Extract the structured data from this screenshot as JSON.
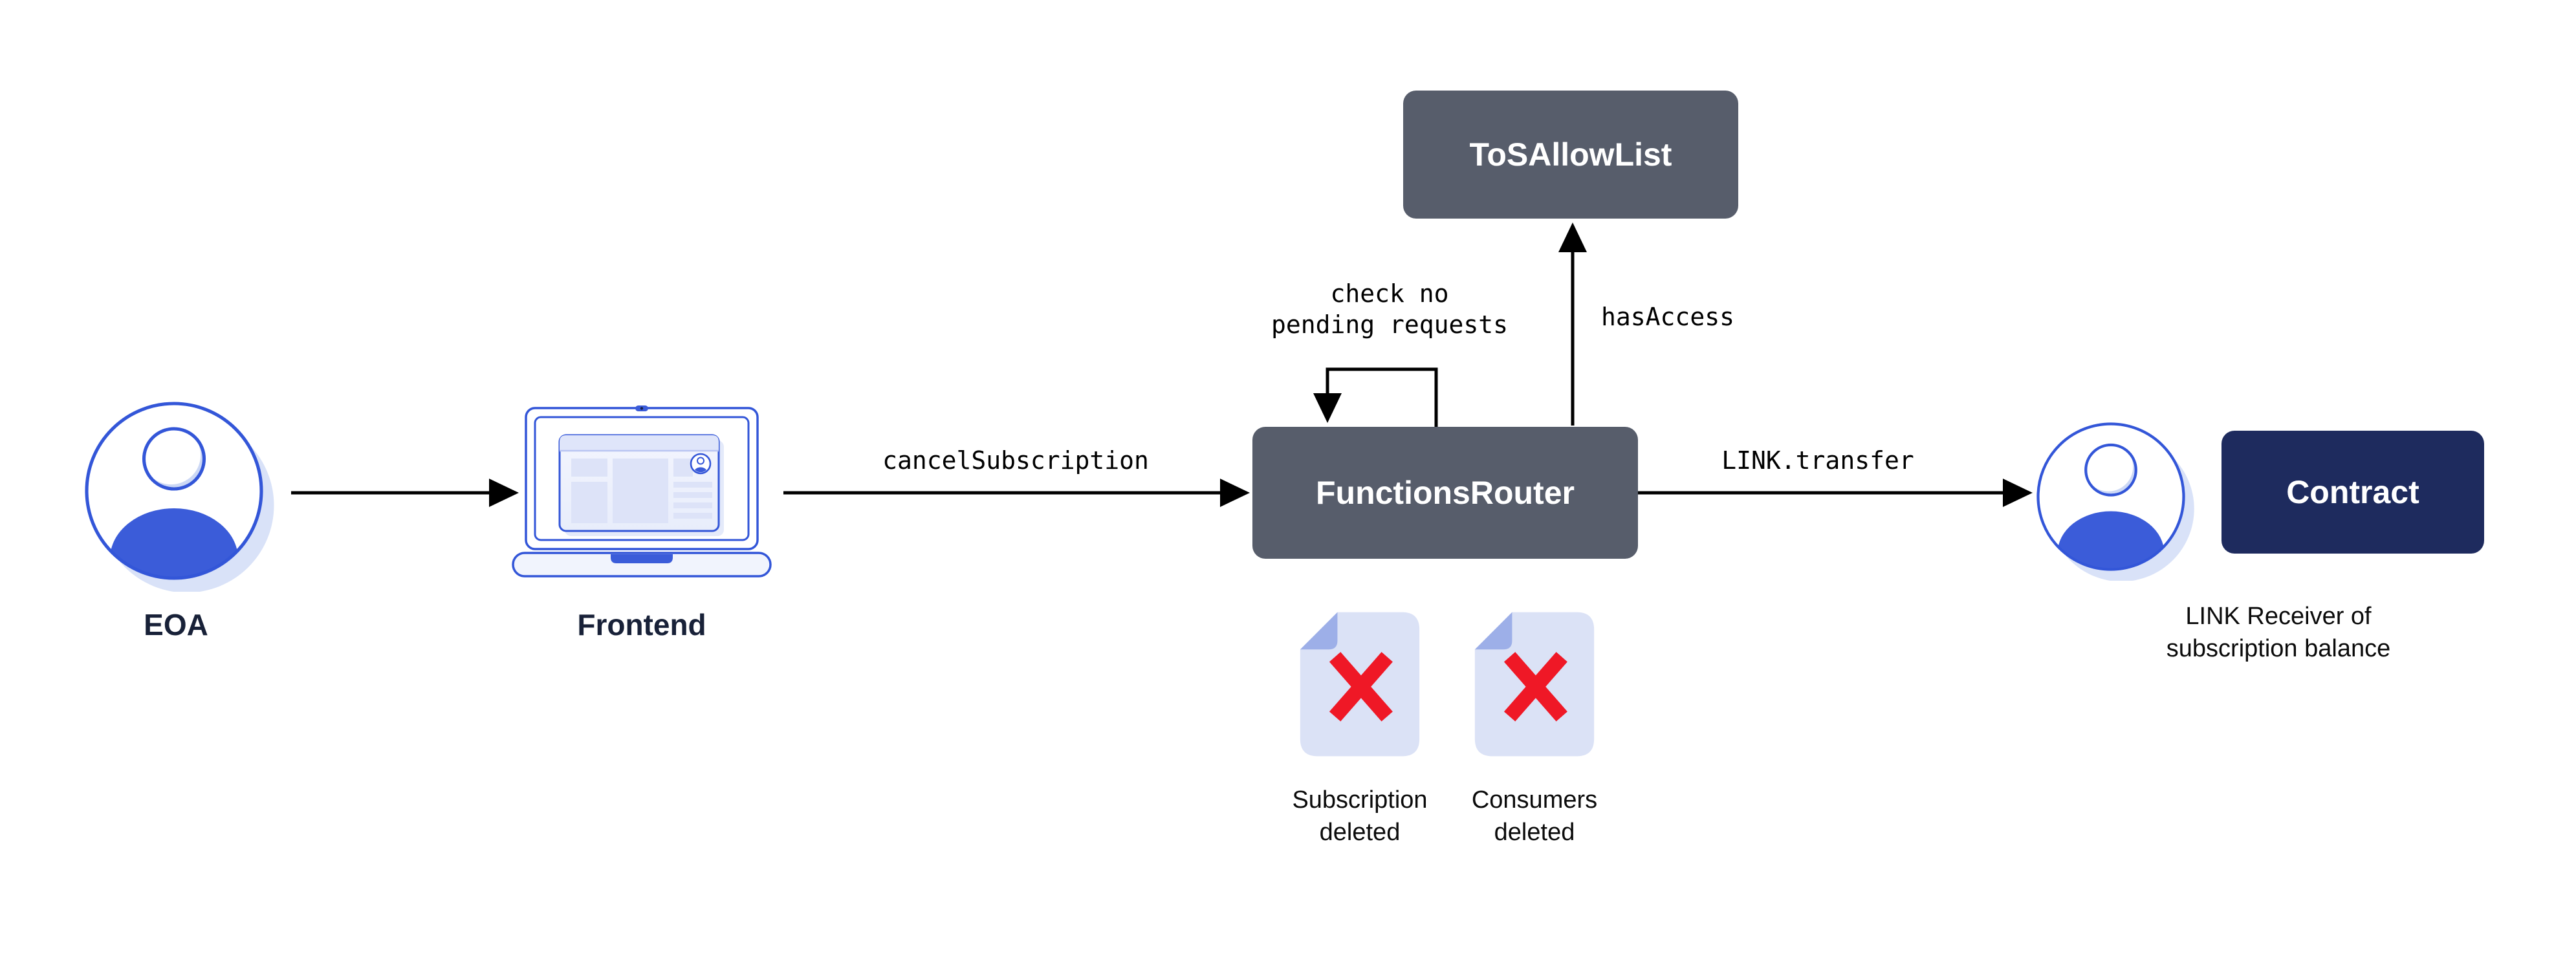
{
  "nodes": {
    "eoa": {
      "label": "EOA",
      "icon": "person-avatar-icon"
    },
    "frontend": {
      "label": "Frontend",
      "icon": "laptop-icon"
    },
    "functions_router": {
      "label": "FunctionsRouter"
    },
    "tos_allow_list": {
      "label": "ToSAllowList"
    },
    "contract": {
      "label": "Contract"
    },
    "link_receiver": {
      "caption": "LINK Receiver of\nsubscription balance",
      "icon": "person-avatar-icon"
    }
  },
  "edges": {
    "frontend_to_router": {
      "label": "cancelSubscription"
    },
    "router_self_check": {
      "label": "check no\npending requests"
    },
    "router_to_tos": {
      "label": "hasAccess"
    },
    "router_to_receiver": {
      "label": "LINK.transfer"
    }
  },
  "results": {
    "subscription_deleted": {
      "label": "Subscription\ndeleted",
      "icon": "deleted-document-icon"
    },
    "consumers_deleted": {
      "label": "Consumers\ndeleted",
      "icon": "deleted-document-icon"
    }
  },
  "colors": {
    "contract_box_slate": "#575d6b",
    "contract_box_navy": "#1e2b5e",
    "accent_blue_stroke": "#3356d8",
    "accent_blue_fill": "#3b5cd9",
    "icon_shadow": "#d9e2f8",
    "document_fill": "#dbe2f6",
    "document_fold": "#9dafe8",
    "delete_x_red": "#ef1826",
    "label_navy": "#182138",
    "arrow_black": "#000000",
    "background": "#ffffff"
  }
}
